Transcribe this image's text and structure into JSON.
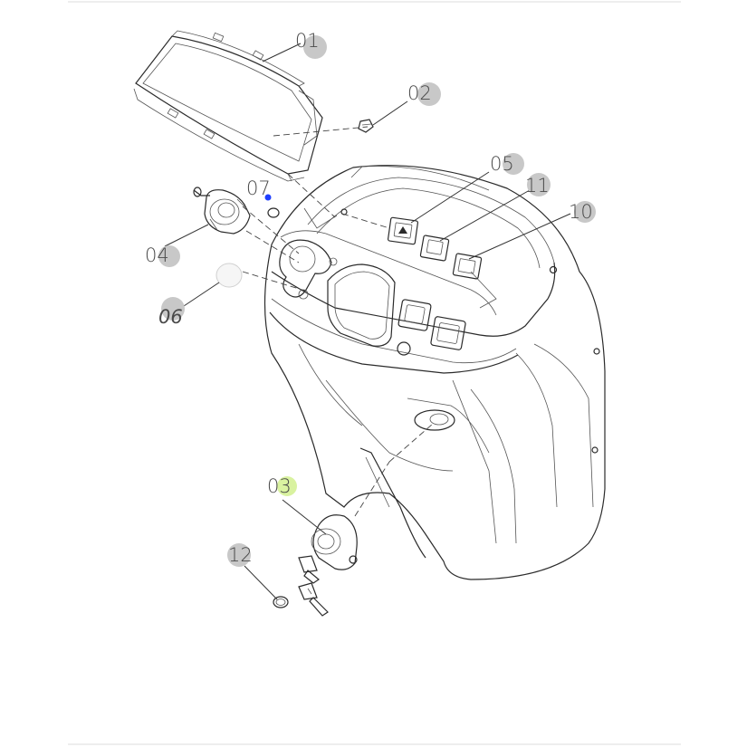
{
  "callouts": [
    {
      "id": "01",
      "text": "01",
      "highlight": "gray"
    },
    {
      "id": "02",
      "text": "02",
      "highlight": "gray"
    },
    {
      "id": "03",
      "text": "03",
      "highlight": "green"
    },
    {
      "id": "04",
      "text": "04",
      "highlight": "gray"
    },
    {
      "id": "05",
      "text": "05",
      "highlight": "gray"
    },
    {
      "id": "06",
      "text": "06",
      "highlight": "gray"
    },
    {
      "id": "07",
      "text": "07",
      "highlight": "none"
    },
    {
      "id": "10",
      "text": "10",
      "highlight": "gray"
    },
    {
      "id": "11",
      "text": "11",
      "highlight": "gray"
    },
    {
      "id": "12",
      "text": "12",
      "highlight": "gray"
    }
  ],
  "colors": {
    "gray_highlight": "#c8c8c8",
    "green_highlight": "#d9f2a0",
    "marker_dot": "#1f3fff",
    "line_art": "#2b2b2b"
  }
}
